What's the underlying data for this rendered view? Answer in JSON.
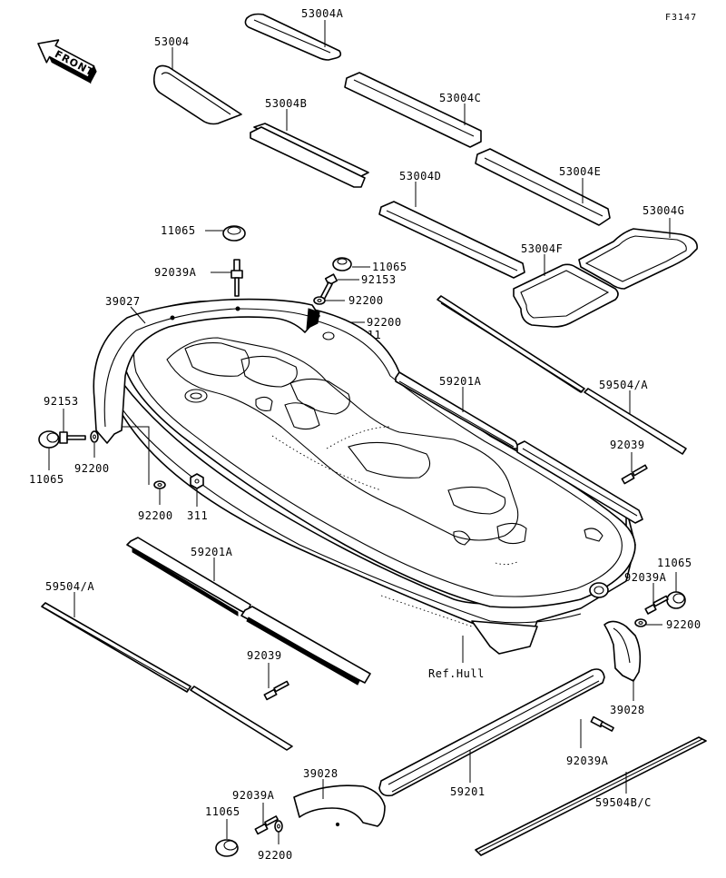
{
  "figure_code": "F3147",
  "front_label": "FRONT",
  "reference_label": "Ref.Hull",
  "part_numbers": {
    "p53004": "53004",
    "p53004A": "53004A",
    "p53004B": "53004B",
    "p53004C": "53004C",
    "p53004D": "53004D",
    "p53004E": "53004E",
    "p53004F": "53004F",
    "p53004G": "53004G",
    "p11065": "11065",
    "p92039A": "92039A",
    "p92153": "92153",
    "p92200": "92200",
    "p311": "311",
    "p39027": "39027",
    "p39028": "39028",
    "p59201": "59201",
    "p59201A": "59201A",
    "p59504A": "59504/A",
    "p59504BC": "59504B/C",
    "p92039": "92039"
  }
}
